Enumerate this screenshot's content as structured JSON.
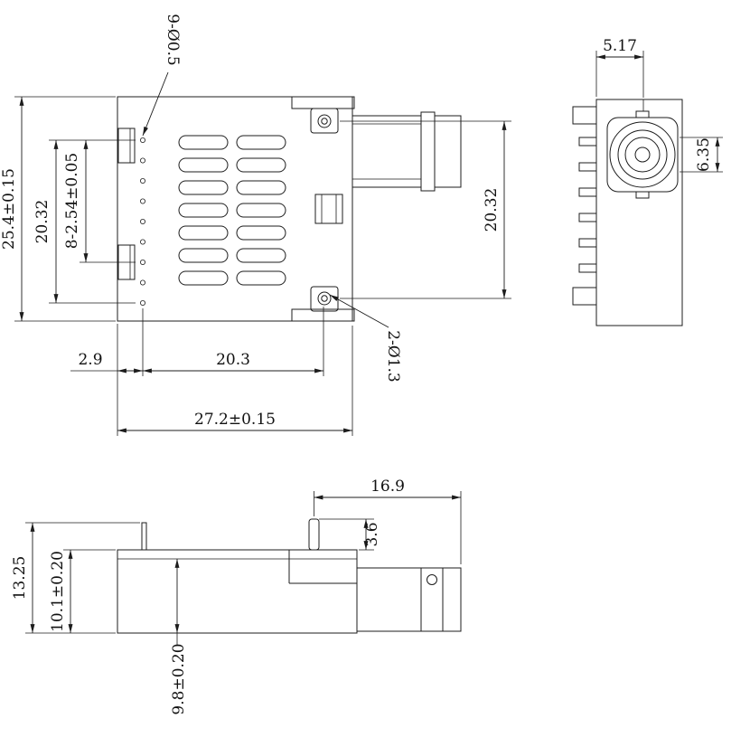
{
  "drawing": {
    "front": {
      "note_holes": "9-Ø0.5",
      "dim_total_height": "25.4±0.15",
      "dim_pin_span": "20.32",
      "dim_pin_pitch": "8-2.54±0.05",
      "dim_mount_span": "20.32",
      "dim_edge_offset": "2.9",
      "dim_hole_offset": "20.3",
      "note_mount_holes": "2-Ø1.3",
      "dim_total_width": "27.2±0.15"
    },
    "side": {
      "dim_connector_offset": "5.17",
      "dim_connector_bore": "6.35"
    },
    "bottom": {
      "dim_connector_length": "16.9",
      "dim_post_height": "3.6",
      "dim_total_height": "13.25",
      "dim_body_height": "10.1±0.20",
      "dim_seating_depth": "9.8±0.20"
    }
  }
}
